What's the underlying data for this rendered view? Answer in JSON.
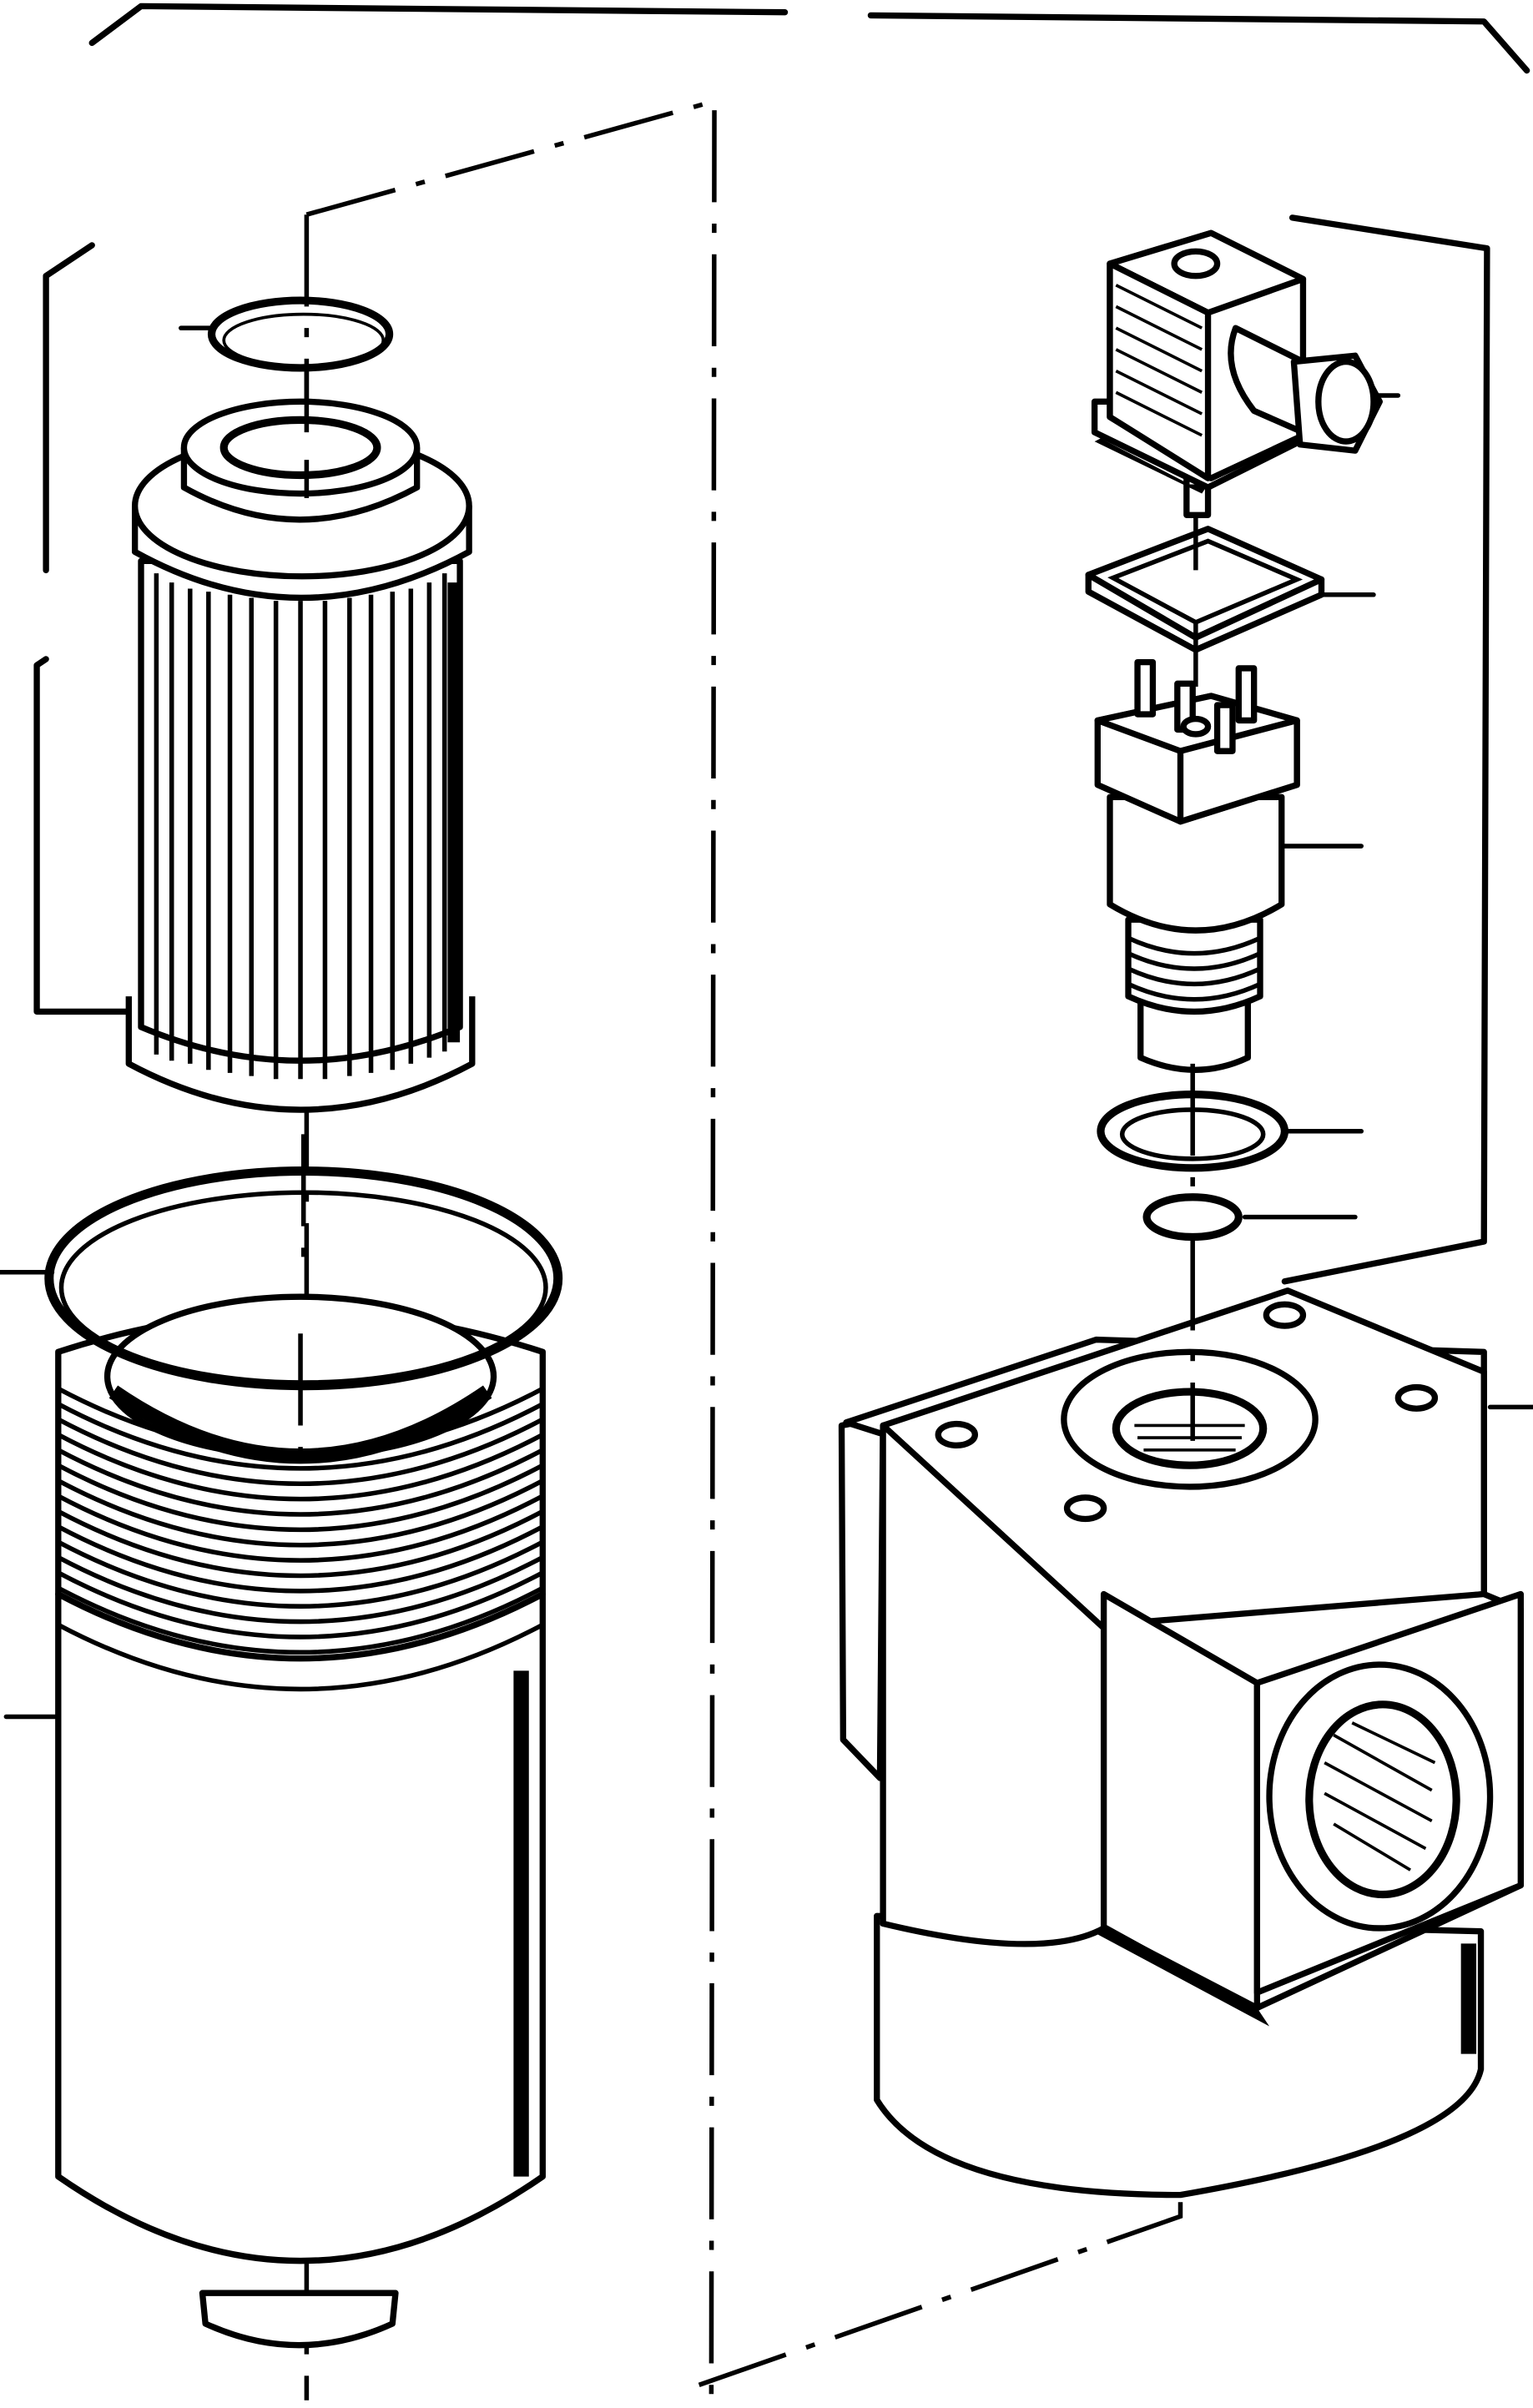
{
  "diagram": {
    "type": "exploded parts drawing",
    "parts": [
      {
        "id": "filter-o-ring",
        "icon": "o-ring-icon"
      },
      {
        "id": "filter-element",
        "icon": "cylinder-icon"
      },
      {
        "id": "bowl-seal-ring",
        "icon": "o-ring-icon"
      },
      {
        "id": "filter-bowl",
        "icon": "cylinder-icon"
      },
      {
        "id": "electrical-connector-plug",
        "icon": "plug-icon"
      },
      {
        "id": "connector-gasket",
        "icon": "gasket-icon"
      },
      {
        "id": "pressure-switch",
        "icon": "sensor-icon"
      },
      {
        "id": "switch-washer",
        "icon": "washer-icon"
      },
      {
        "id": "switch-o-ring",
        "icon": "o-ring-icon"
      },
      {
        "id": "filter-head",
        "icon": "housing-icon"
      }
    ],
    "callout_labels_printed": false,
    "line_color": "#000000",
    "background": "#ffffff"
  }
}
